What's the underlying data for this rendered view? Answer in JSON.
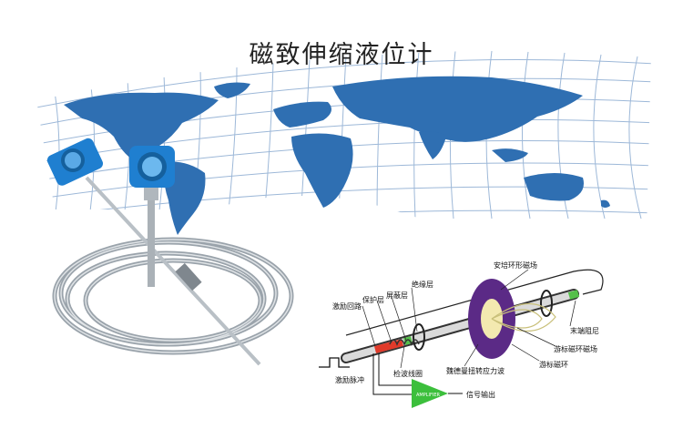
{
  "title": "磁致伸缩液位计",
  "diagram": {
    "labels": {
      "excite_loop": "激励回路",
      "protect_layer": "保护层",
      "shield_layer": "屏蔽层",
      "insulate_layer": "绝缘层",
      "ampere_field": "安培环形磁场",
      "end_damping": "末端阻尼",
      "float_ring_field": "游标磁环磁场",
      "float_ring": "游标磁环",
      "torsion_wave": "魏德曼扭转应力波",
      "detect_coil": "检波线圈",
      "excite_pulse": "激励脉冲",
      "signal_out": "信号输出",
      "amplifier": "AMPLIFIER"
    }
  },
  "colors": {
    "map": "#2f6fb2",
    "grid": "#9db8d8",
    "housing": "#1f7fd0",
    "ring": "#5b2a86",
    "amplifier": "#3cbf3c"
  }
}
